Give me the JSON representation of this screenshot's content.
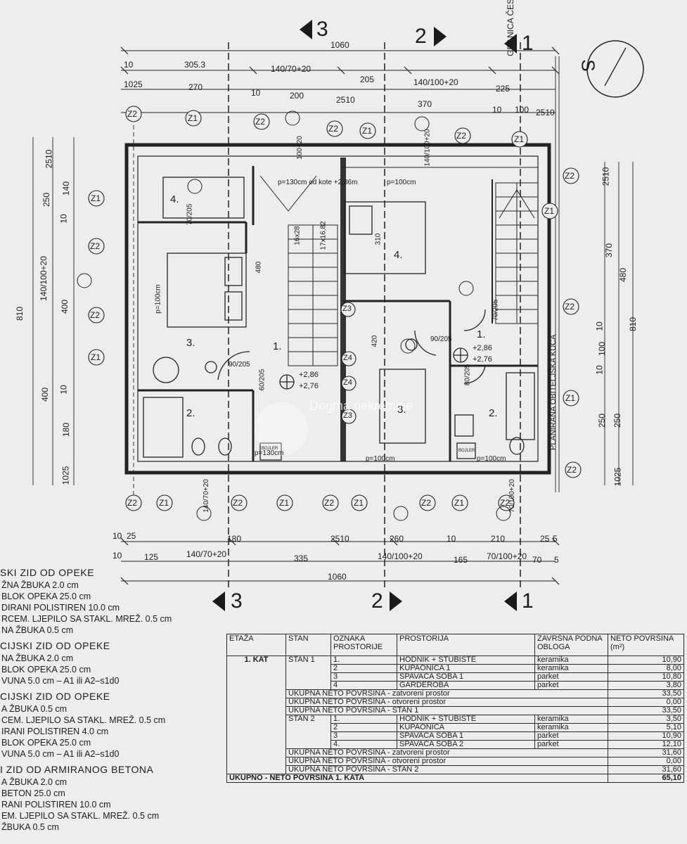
{
  "drawing": {
    "section_marks": [
      "3",
      "2",
      "1"
    ],
    "north_symbol": "S",
    "boundary_label": "GRANICA ČESTICE",
    "neighbor_label": "PLANIRANA OBITELJSKA KUĆA",
    "axis_labels": [
      "Z1",
      "Z2",
      "Z3",
      "Z4"
    ],
    "dims_top": {
      "total": "1060",
      "row1": [
        "10",
        "305.3",
        "140/70+20",
        "205",
        "140/100+20",
        "225"
      ],
      "row2": [
        "1025",
        "270",
        "10",
        "200",
        "2510",
        "370",
        "10",
        "100",
        "2510"
      ]
    },
    "dims_bottom": {
      "row1": [
        "10",
        "25",
        "180",
        "2510",
        "260",
        "10",
        "210",
        "25",
        "5"
      ],
      "row2": [
        "10",
        "125",
        "140/70+20",
        "335",
        "140/100+20",
        "165",
        "70/100+20",
        "70",
        "5"
      ],
      "total": "1060"
    },
    "dims_left": [
      "2510",
      "140",
      "250",
      "10",
      "140/100+20",
      "400",
      "810",
      "400",
      "10",
      "180",
      "1025"
    ],
    "dims_right": [
      "2510",
      "370",
      "480",
      "10",
      "100",
      "10",
      "250",
      "810",
      "250",
      "1025"
    ],
    "rooms": [
      "1.",
      "2.",
      "3.",
      "4.",
      "1.",
      "2.",
      "3.",
      "4."
    ],
    "annotations": [
      "p=130cm od kote +2,86m",
      "p=100cm",
      "p=100cm",
      "p=130cm",
      "p=100cm",
      "p=100cm",
      "+2,86",
      "+2,76",
      "+2,86",
      "+2,76",
      "90/205",
      "90/205",
      "80/205",
      "70/205",
      "60/205",
      "70/205",
      "16x28",
      "17x16,82",
      "140/100+20",
      "70/100+20",
      "140/70+20",
      "100+20",
      "480",
      "310",
      "420",
      "BOJLER",
      "BOJLER"
    ],
    "watermark": "Dogma nekretnine"
  },
  "legend": [
    {
      "title": "SKI ZID OD OPEKE",
      "lines": [
        "ŽNA ŽBUKA 2.0 cm",
        "BLOK OPEKA 25.0 cm",
        "DIRANI POLISTIREN 10.0 cm",
        "RCEM. LJEPILO SA STAKL. MREŽ. 0.5 cm",
        "NA ŽBUKA 0.5 cm"
      ]
    },
    {
      "title": "CIJSKI ZID OD OPEKE",
      "lines": [
        "NA ŽBUKA 2.0 cm",
        "BLOK OPEKA 25.0 cm",
        "VUNA 5.0 cm – A1 ili A2–s1d0"
      ]
    },
    {
      "title": "CIJSKI ZID OD OPEKE",
      "lines": [
        "A ŽBUKA 0.5 cm",
        "CEM. LJEPILO SA STAKL. MREŽ. 0.5 cm",
        "IRANI POLISTIREN 4.0 cm",
        "BLOK OPEKA 25.0 cm",
        "VUNA 5.0 cm – A1 ili A2–s1d0"
      ]
    },
    {
      "title": "I ZID OD ARMIRANOG BETONA",
      "lines": [
        "A ŽBUKA 2.0 cm",
        "BETON 25.0 cm",
        "RANI POLISTIREN 10.0 cm",
        "EM. LJEPILO SA STAKL. MREŽ. 0.5 cm",
        "ŽBUKA 0.5 cm"
      ]
    }
  ],
  "table": {
    "headers": [
      "ETAŽA",
      "STAN",
      "OZNAKA PROSTORIJE",
      "PROSTORIJA",
      "ZAVRŠNA PODNA OBLOGA",
      "NETO POVRŠINA (m²)"
    ],
    "etaza": "1. KAT",
    "stan1": {
      "name": "STAN 1",
      "rows": [
        {
          "no": "1.",
          "room": "HODNIK + STUBIŠTE",
          "floor": "keramika",
          "area": "10,90"
        },
        {
          "no": "2",
          "room": "KUPAONICA 1",
          "floor": "keramika",
          "area": "8,00"
        },
        {
          "no": "3",
          "room": "SPAVAĆA SOBA 1",
          "floor": "parket",
          "area": "10,80"
        },
        {
          "no": "4",
          "room": "GARDEROBA",
          "floor": "parket",
          "area": "3,80"
        }
      ],
      "totals": [
        {
          "label": "UKUPNA NETO POVRŠINA - zatvoreni prostor",
          "value": "33,50"
        },
        {
          "label": "UKUPNA NETO POVRŠINA - otvoreni prostor",
          "value": "0,00"
        },
        {
          "label": "UKUPNA NETO POVRŠINA - STAN 1",
          "value": "33,50"
        }
      ]
    },
    "stan2": {
      "name": "STAN 2",
      "rows": [
        {
          "no": "1.",
          "room": "HODNIK + STUBIŠTE",
          "floor": "keramika",
          "area": "3,50"
        },
        {
          "no": "2",
          "room": "KUPAONICA",
          "floor": "keramika",
          "area": "5,10"
        },
        {
          "no": "3",
          "room": "SPAVAĆA SOBA 1",
          "floor": "parket",
          "area": "10,90"
        },
        {
          "no": "4.",
          "room": "SPAVAĆA SOBA 2",
          "floor": "parket",
          "area": "12,10"
        }
      ],
      "totals": [
        {
          "label": "UKUPNA NETO POVRŠINA - zatvoreni prostor",
          "value": "31,60"
        },
        {
          "label": "UKUPNA NETO POVRŠINA - otvoreni prostor",
          "value": "0,00"
        },
        {
          "label": "UKUPNA NETO POVRŠINA - STAN 2",
          "value": "31,60"
        }
      ]
    },
    "grand_total": {
      "label": "UKUPNO - NETO POVRŠINA 1. KATA",
      "value": "65,10"
    }
  }
}
